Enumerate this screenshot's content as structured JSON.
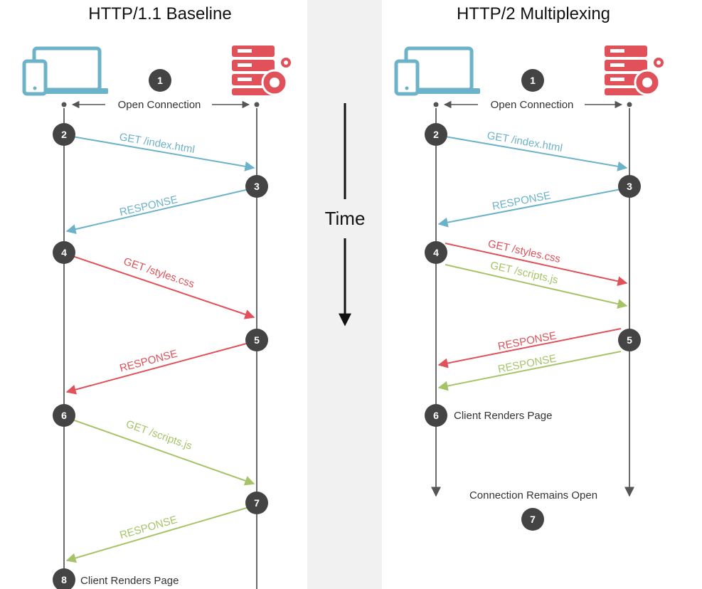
{
  "colors": {
    "blue": "#6cb2c9",
    "red": "#e0515a",
    "green": "#a6c467",
    "node": "#444444",
    "lifeline": "#6b6b6b",
    "band": "#f1f1f1"
  },
  "time_label": "Time",
  "panels": [
    {
      "title": "HTTP/1.1 Baseline",
      "open_connection": "Open Connection",
      "client_icon": "laptop-phone-icon",
      "server_icon": "server-gear-icon",
      "nodes": [
        "1",
        "2",
        "3",
        "4",
        "5",
        "6",
        "7",
        "8"
      ],
      "messages": [
        {
          "text": "GET /index.html",
          "color": "blue"
        },
        {
          "text": "RESPONSE",
          "color": "blue"
        },
        {
          "text": "GET /styles.css",
          "color": "red"
        },
        {
          "text": "RESPONSE",
          "color": "red"
        },
        {
          "text": "GET /scripts.js",
          "color": "green"
        },
        {
          "text": "RESPONSE",
          "color": "green"
        }
      ],
      "notes": [
        "Client Renders Page"
      ]
    },
    {
      "title": "HTTP/2 Multiplexing",
      "open_connection": "Open Connection",
      "client_icon": "laptop-phone-icon",
      "server_icon": "server-gear-icon",
      "nodes": [
        "1",
        "2",
        "3",
        "4",
        "5",
        "6",
        "7"
      ],
      "messages": [
        {
          "text": "GET /index.html",
          "color": "blue"
        },
        {
          "text": "RESPONSE",
          "color": "blue"
        },
        {
          "text": "GET /styles.css",
          "color": "red"
        },
        {
          "text": "GET /scripts.js",
          "color": "green"
        },
        {
          "text": "RESPONSE",
          "color": "red"
        },
        {
          "text": "RESPONSE",
          "color": "green"
        }
      ],
      "notes": [
        "Client Renders Page",
        "Connection Remains Open"
      ]
    }
  ]
}
